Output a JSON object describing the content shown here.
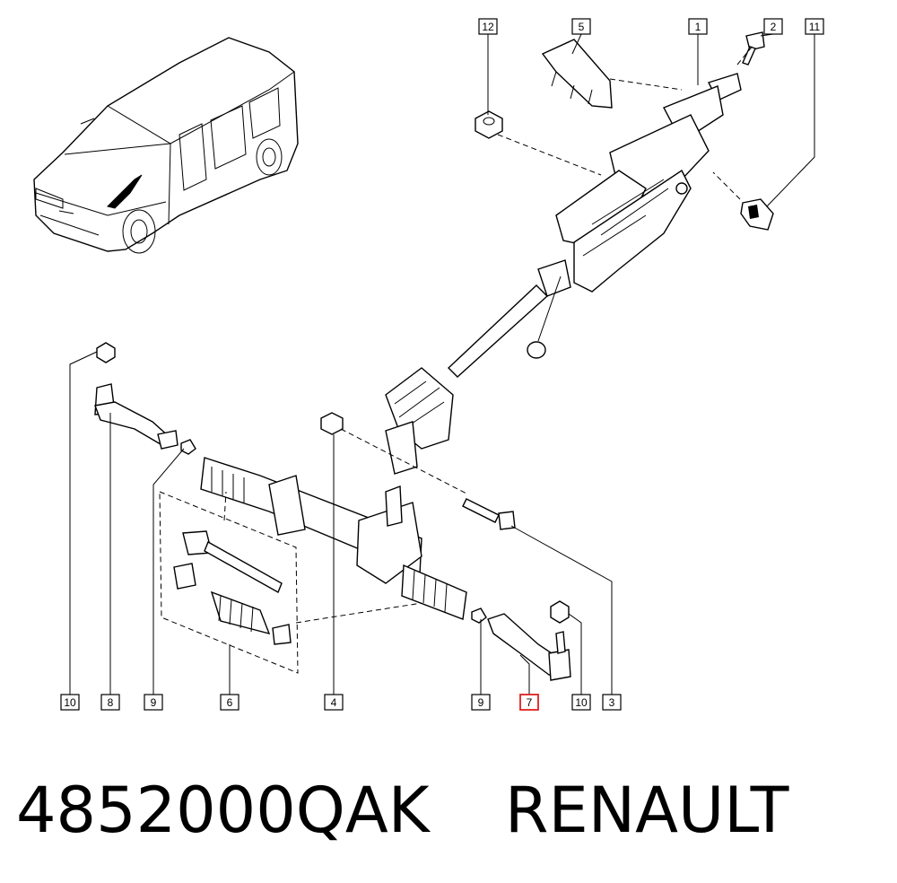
{
  "caption": {
    "part_number": "4852000QAK",
    "brand": "RENAULT"
  },
  "callouts": {
    "c1": "1",
    "c2": "2",
    "c3": "3",
    "c4": "4",
    "c5": "5",
    "c6": "6",
    "c7": "7",
    "c8": "8",
    "c9a": "9",
    "c9b": "9",
    "c10a": "10",
    "c10b": "10",
    "c11": "11",
    "c12": "12"
  },
  "highlight_color": "#e02020"
}
